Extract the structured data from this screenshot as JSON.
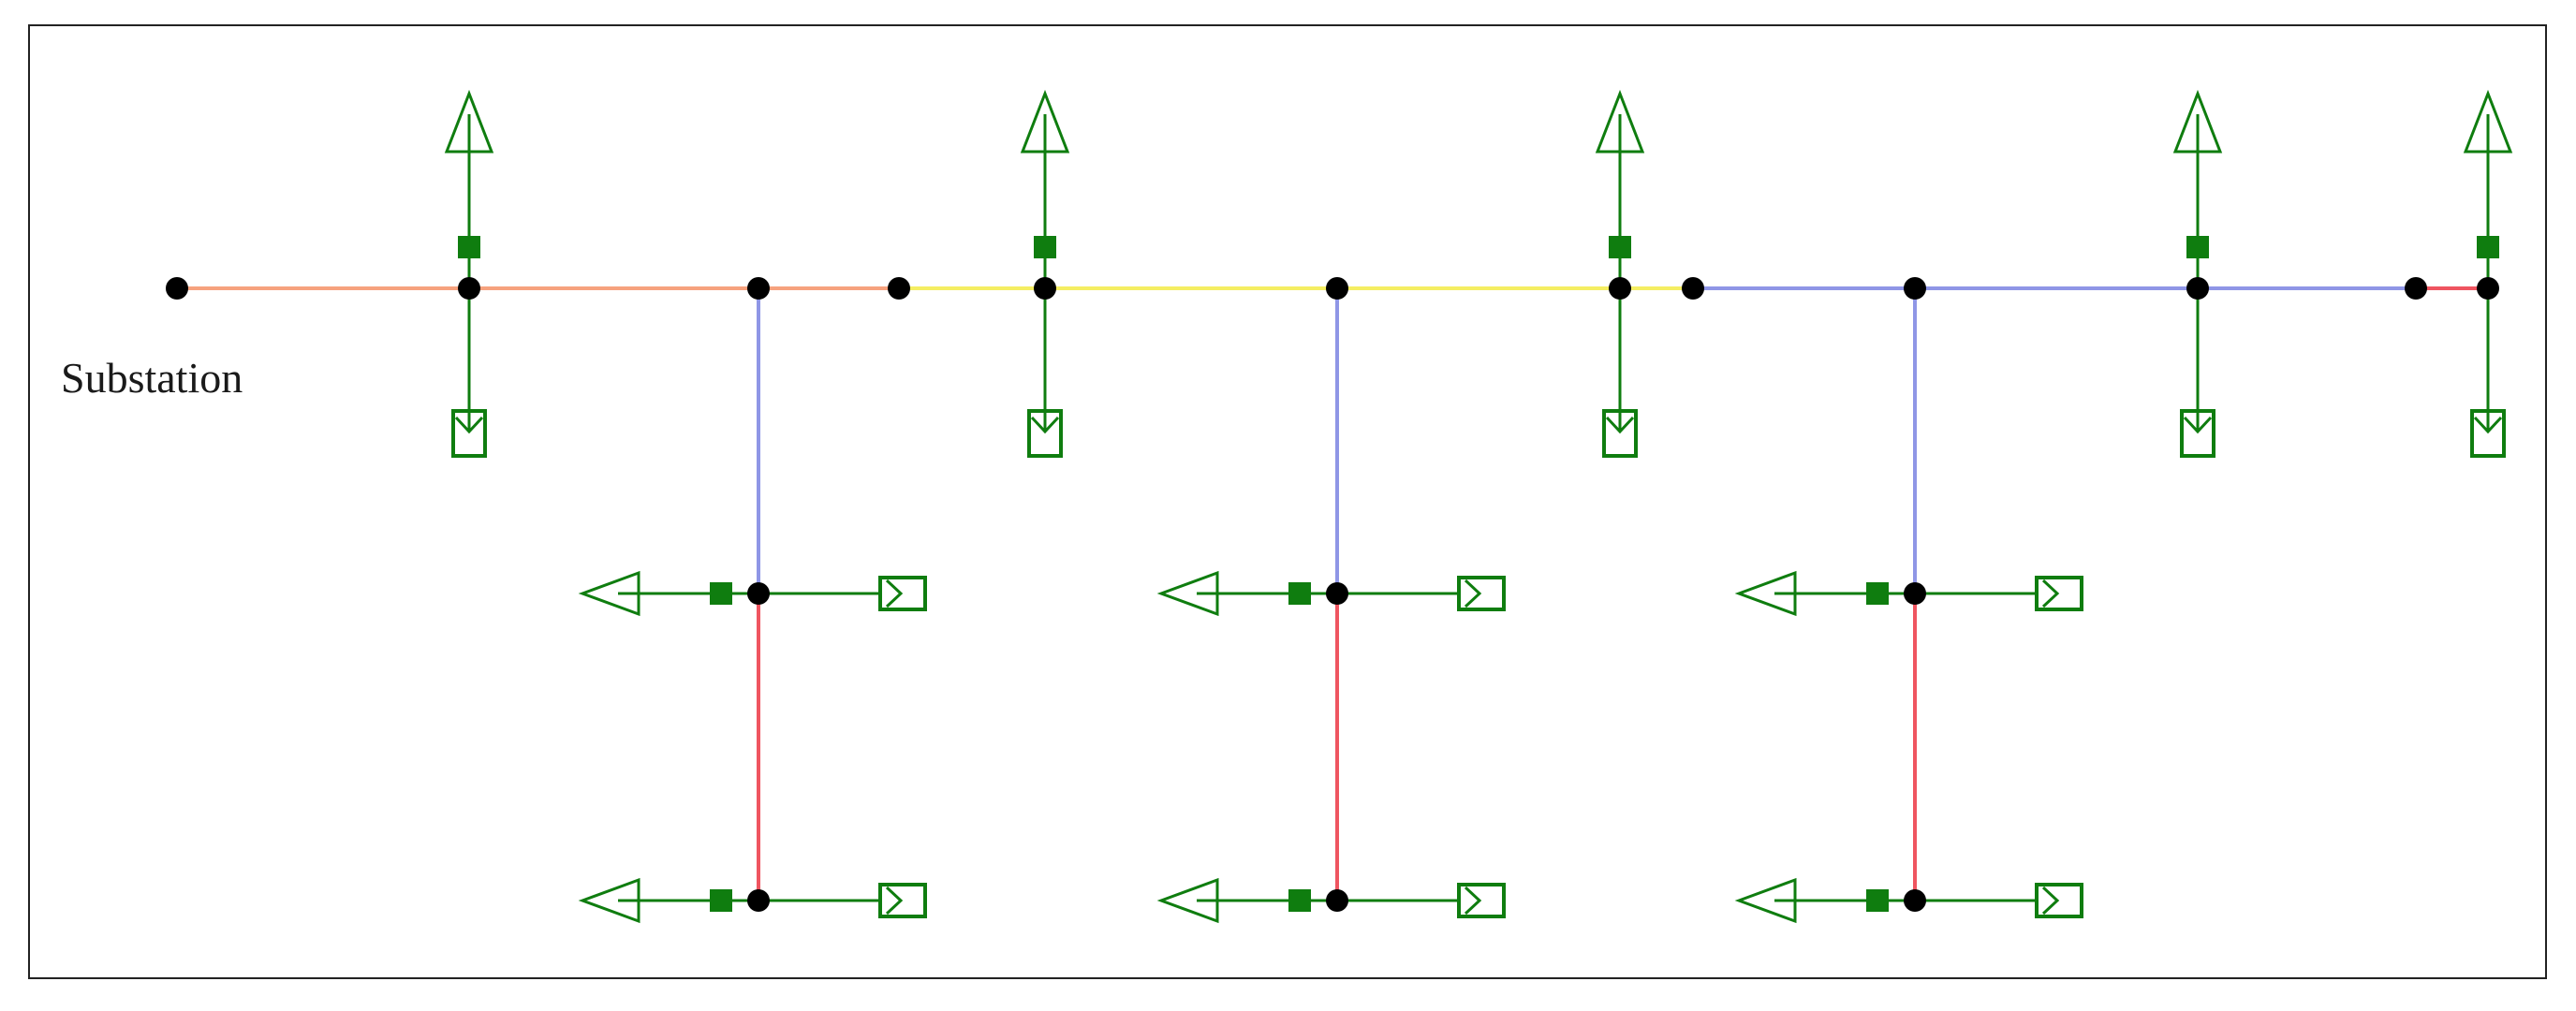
{
  "labels": {
    "substation": "Substation"
  },
  "colors": {
    "feeder_segment_1": "#f6a27e",
    "feeder_segment_2": "#f5ee62",
    "feeder_segment_3": "#8f96e6",
    "feeder_end": "#ef5560",
    "lateral_upper": "#8f96e6",
    "lateral_lower": "#ef5560",
    "equipment": "#0f7d0f",
    "bus_node": "#000000"
  },
  "icons": {
    "bus": "bus-node-icon",
    "breaker": "breaker-icon",
    "load": "load-arrow-icon",
    "generator": "generator-box-icon"
  },
  "topology": {
    "main_feeder_buses": 11,
    "laterals": 3,
    "buses_per_lateral": 2,
    "upper_feeder_taps": 5
  }
}
